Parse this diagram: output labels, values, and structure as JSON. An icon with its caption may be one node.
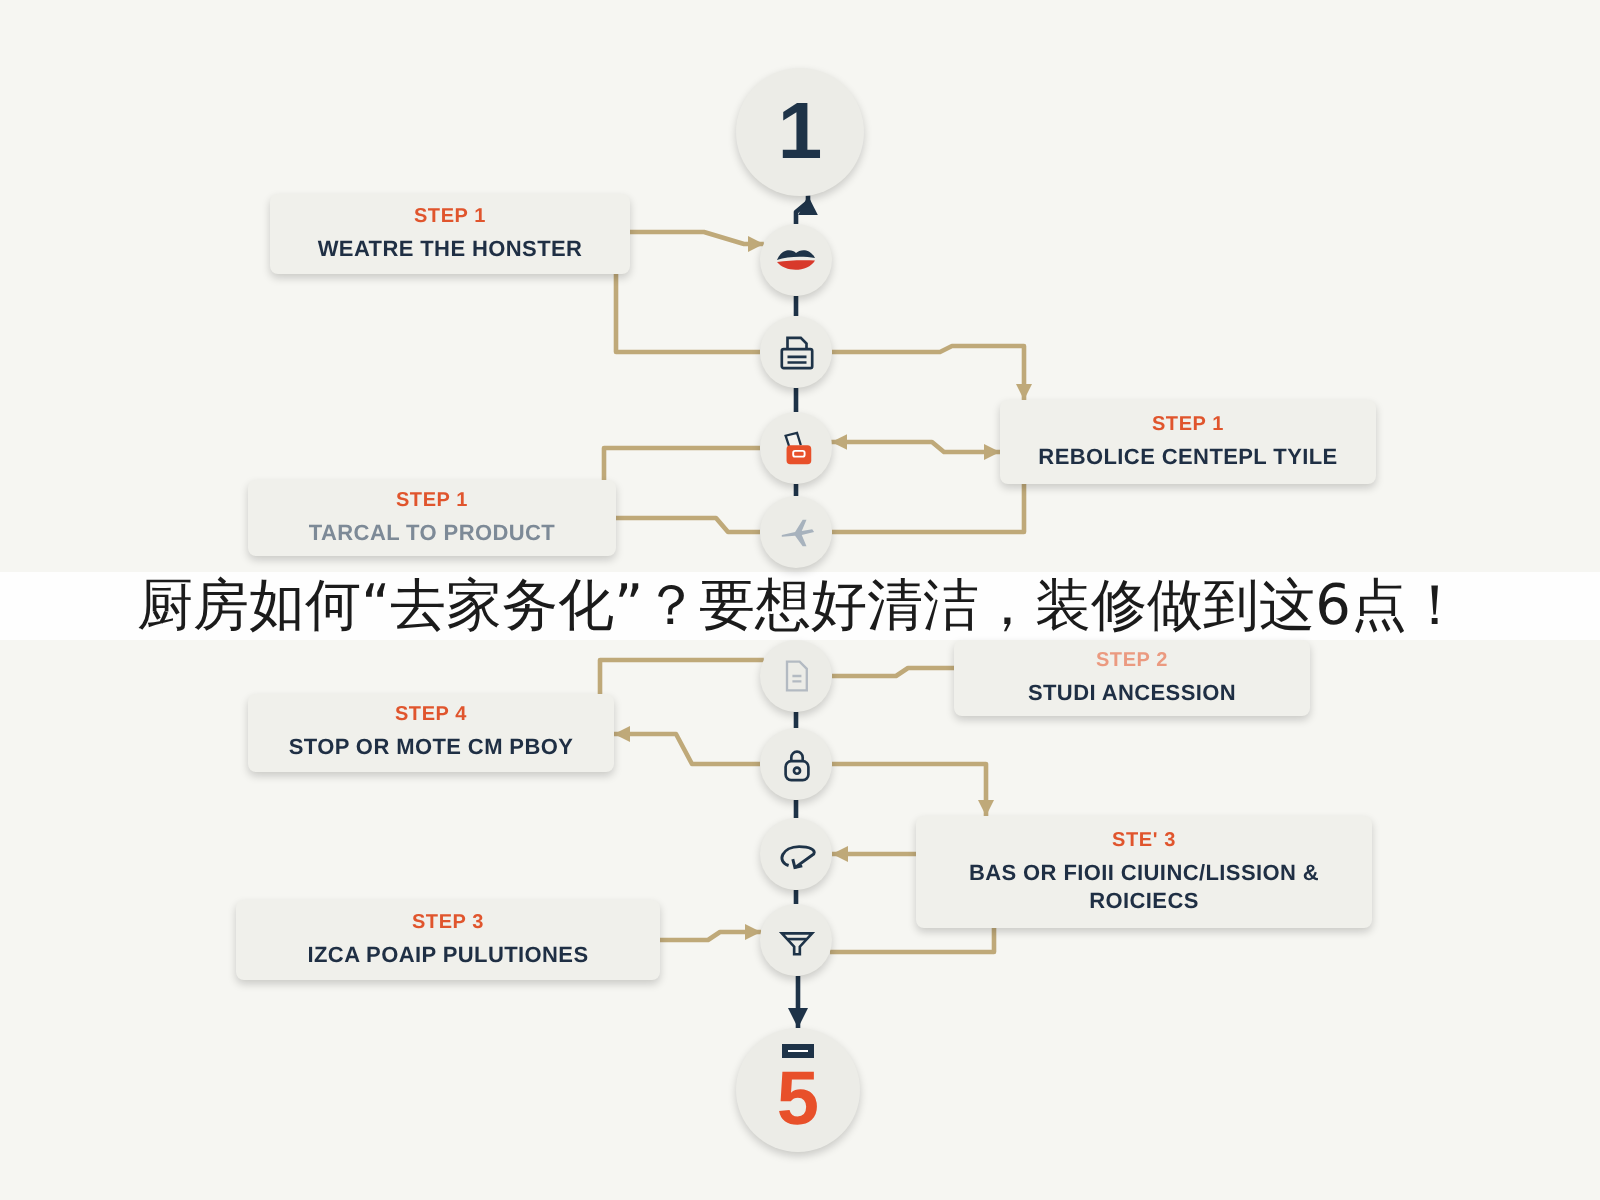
{
  "diagram": {
    "title": "厨房如何“去家务化”？要想好清洁，装修做到这6点！",
    "nodes": [
      {
        "text": [
          "1"
        ]
      },
      {
        "text": [
          "STEP 1",
          "WEATRE THE HONSTER"
        ]
      },
      {
        "text": [],
        "shape": "circle"
      },
      {
        "text": [],
        "shape": "circle"
      },
      {
        "text": [
          "STEP 1",
          "REBOLICE CENTEPL TYILE"
        ]
      },
      {
        "text": [],
        "shape": "circle"
      },
      {
        "text": [
          "STEP 1",
          "TARCAL TO PRODUCT"
        ]
      },
      {
        "text": [],
        "shape": "circle"
      },
      {
        "text": [],
        "shape": "circle"
      },
      {
        "text": [
          "STEP 2",
          "STUDI ANCESSION"
        ]
      },
      {
        "text": [
          "STEP 4",
          "STOP OR MOTE CM PBOY"
        ]
      },
      {
        "text": [],
        "shape": "circle"
      },
      {
        "text": [
          "STE' 3",
          "BAS OR FIOII CIUINC/LISSION & ROICIECS"
        ]
      },
      {
        "text": [],
        "shape": "circle"
      },
      {
        "text": [
          "STEP 3",
          "IZCA POAIP PULUTIONES"
        ]
      },
      {
        "text": [],
        "shape": "circle"
      },
      {
        "text": [
          "5"
        ]
      }
    ],
    "edges": [
      {
        "from": 2,
        "to": 0,
        "arrow": "to",
        "color": "#1e3348"
      },
      {
        "from": 2,
        "to": 3,
        "arrow": "none",
        "color": "#1e3348"
      },
      {
        "from": 3,
        "to": 5,
        "arrow": "none",
        "color": "#1e3348"
      },
      {
        "from": 5,
        "to": 7,
        "arrow": "none",
        "color": "#1e3348"
      },
      {
        "from": 8,
        "to": 11,
        "arrow": "none",
        "color": "#1e3348"
      },
      {
        "from": 11,
        "to": 13,
        "arrow": "none",
        "color": "#1e3348"
      },
      {
        "from": 13,
        "to": 15,
        "arrow": "none",
        "color": "#1e3348"
      },
      {
        "from": 15,
        "to": 16,
        "arrow": "to",
        "color": "#1e3348"
      },
      {
        "from": 1,
        "to": 2,
        "arrow": "to"
      },
      {
        "from": 1,
        "to": 3,
        "arrow": "none"
      },
      {
        "from": 3,
        "to": 4,
        "arrow": "to"
      },
      {
        "from": 5,
        "to": 4,
        "arrow": "both"
      },
      {
        "from": 6,
        "to": 5,
        "arrow": "none"
      },
      {
        "from": 6,
        "to": 7,
        "arrow": "none"
      },
      {
        "from": 7,
        "to": 4,
        "arrow": "none"
      },
      {
        "from": 10,
        "to": 8,
        "arrow": "none"
      },
      {
        "from": 8,
        "to": 9,
        "arrow": "none"
      },
      {
        "from": 11,
        "to": 10,
        "arrow": "to"
      },
      {
        "from": 11,
        "to": 12,
        "arrow": "to"
      },
      {
        "from": 12,
        "to": 13,
        "arrow": "to"
      },
      {
        "from": 14,
        "to": 15,
        "arrow": "to"
      },
      {
        "from": 15,
        "to": 12,
        "arrow": "none"
      }
    ]
  }
}
